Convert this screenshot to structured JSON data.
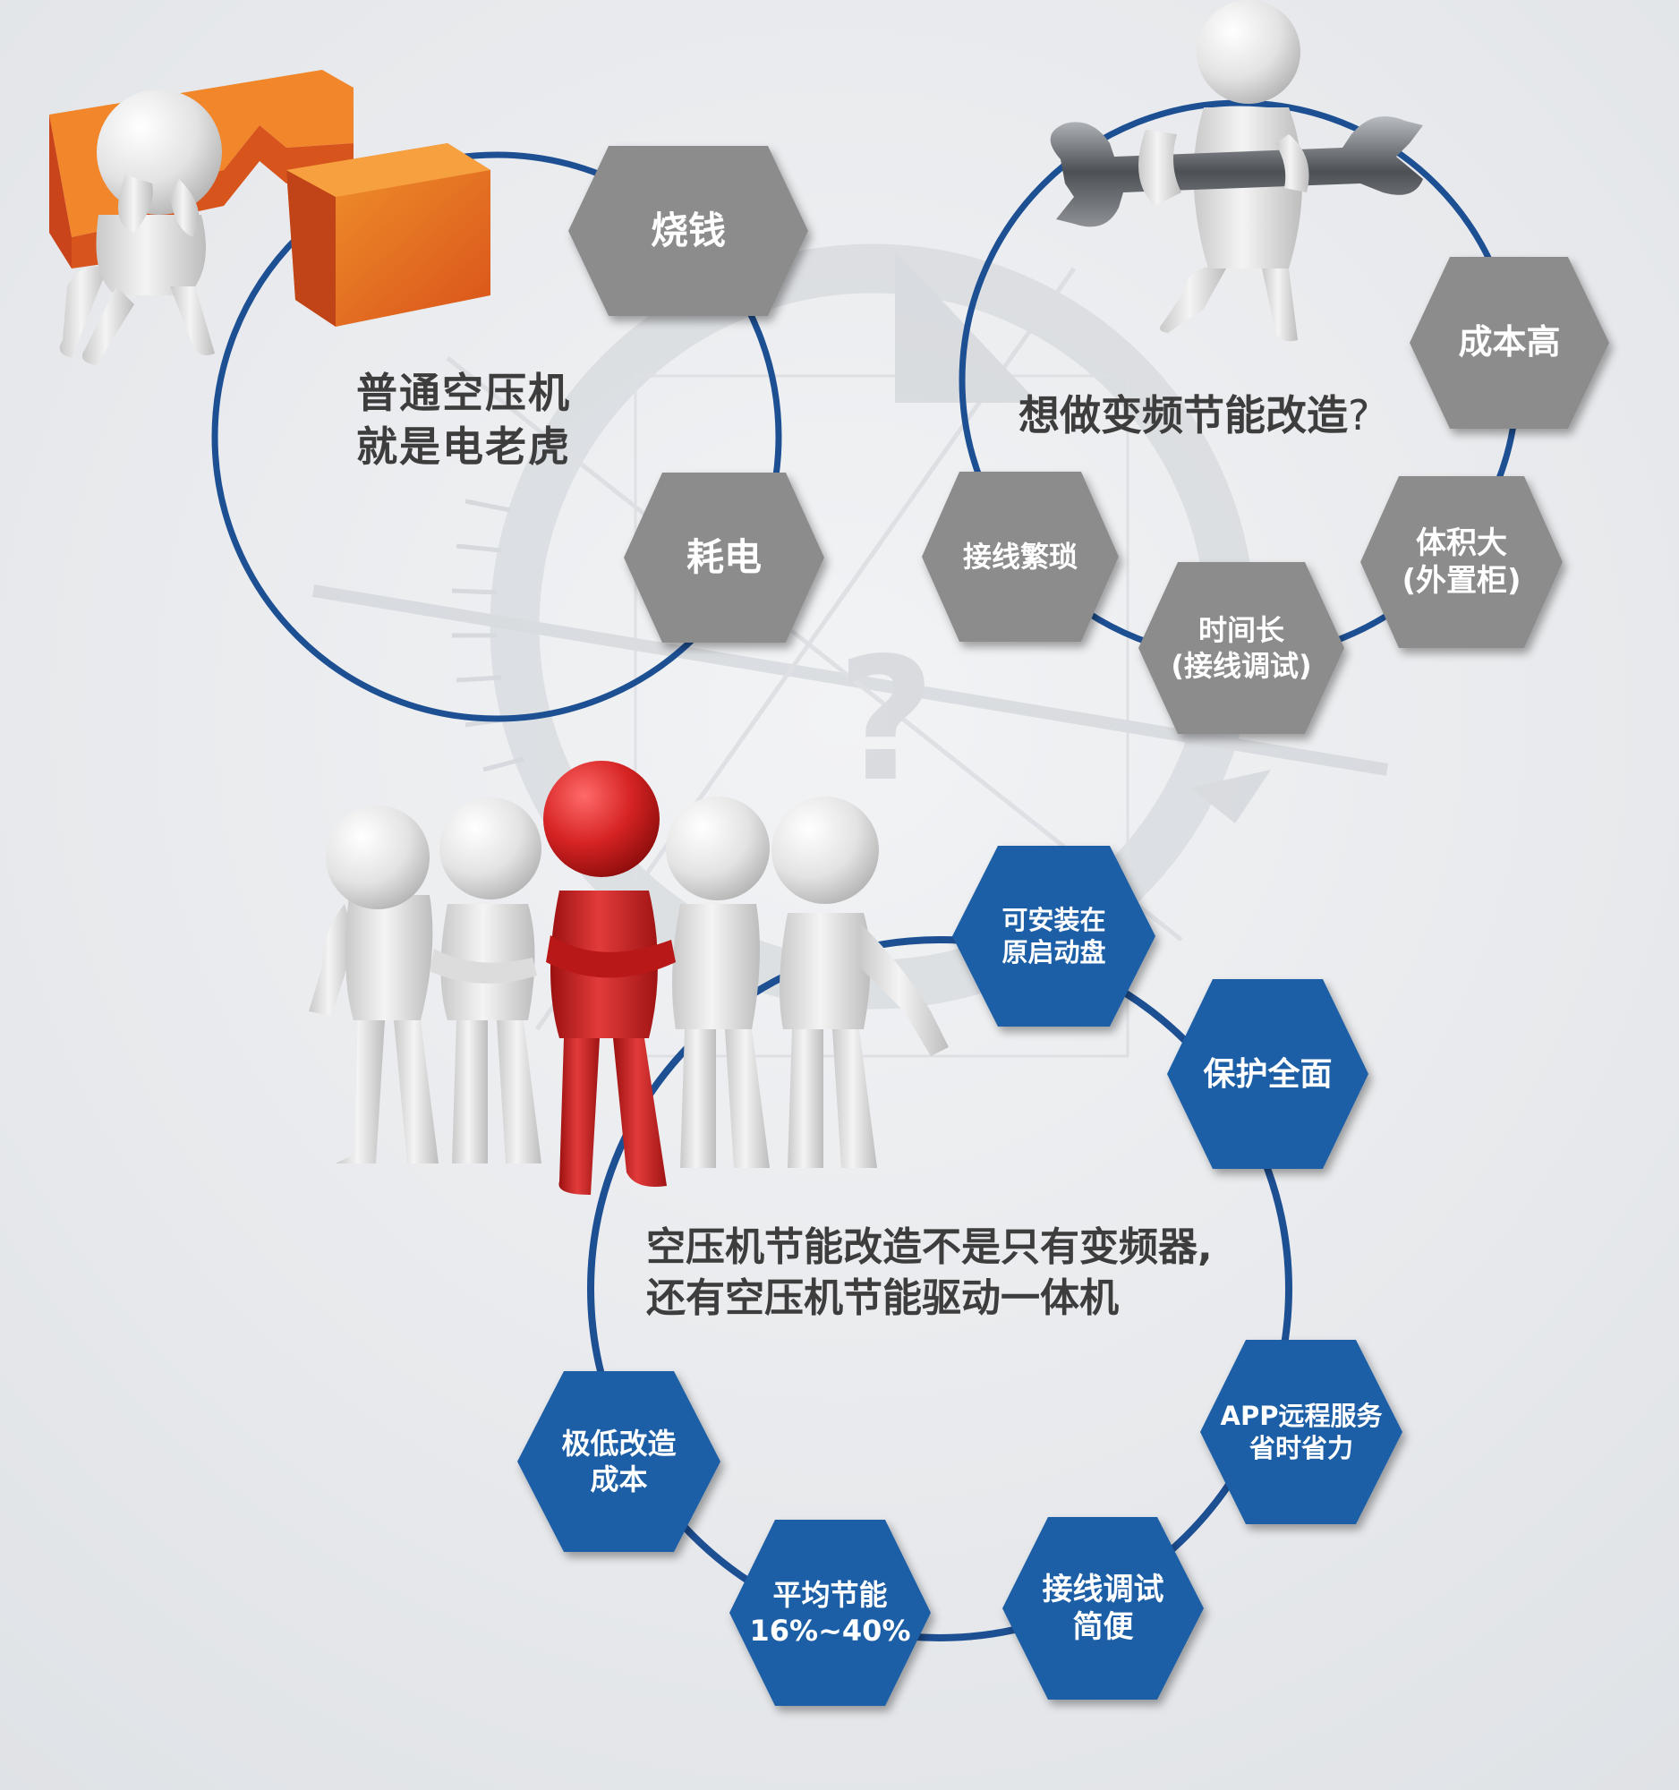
{
  "colors": {
    "gray_hex": "#8c8c8c",
    "blue_hex": "#1f5fa6",
    "ring_blue": "#1d4f93",
    "text_dark": "#3d3d3d",
    "figure_red": "#d42a2a",
    "figure_white": "#e4e4e4",
    "puzzle_orange": "#e3661c",
    "wrench_steel": "#6f7378"
  },
  "section_one": {
    "heading_line1": "普通空压机",
    "heading_line2": "就是电老虎",
    "hex_burn_money": "烧钱",
    "hex_power_hungry": "耗电",
    "illustration_icon": "puzzle-confused-person"
  },
  "section_two": {
    "heading": "想做变频节能改造",
    "heading_mark": "?",
    "hex_high_cost": "成本高",
    "hex_large_line1": "体积大",
    "hex_large_line2": "(外置柜)",
    "hex_long_time_line1": "时间长",
    "hex_long_time_line2": "(接线调试)",
    "hex_wiring": "接线繁琐",
    "illustration_icon": "wrench-carrying-person"
  },
  "section_three": {
    "heading_line1": "空压机节能改造不是只有变频器,",
    "heading_line2": "还有空压机节能驱动一体机",
    "hex_install_line1": "可安装在",
    "hex_install_line2": "原启动盘",
    "hex_protection": "保护全面",
    "hex_app_line1": "APP远程服务",
    "hex_app_line2": "省时省力",
    "hex_wiring_line1": "接线调试",
    "hex_wiring_line2": "简便",
    "hex_saving_line1": "平均节能",
    "hex_saving_line2": "16%~40%",
    "hex_lowcost_line1": "极低改造",
    "hex_lowcost_line2": "成本",
    "illustration_icon": "team-with-leader"
  },
  "background": {
    "watermark_mark": "?"
  }
}
